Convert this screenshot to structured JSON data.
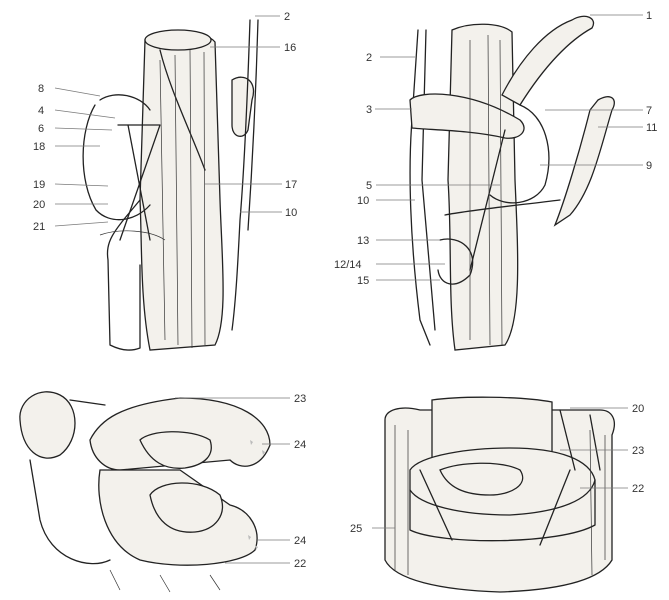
{
  "labels": {
    "l2a": "2",
    "l16": "16",
    "l8": "8",
    "l4": "4",
    "l6": "6",
    "l18": "18",
    "l19": "19",
    "l20a": "20",
    "l21": "21",
    "l17": "17",
    "l10a": "10",
    "l1": "1",
    "l2b": "2",
    "l3": "3",
    "l7": "7",
    "l11": "11",
    "l9": "9",
    "l5": "5",
    "l10b": "10",
    "l13": "13",
    "l1214": "12/14",
    "l15": "15",
    "l23a": "23",
    "l24a": "24",
    "l24b": "24",
    "l22a": "22",
    "l20b": "20",
    "l23b": "23",
    "l22b": "22",
    "l25": "25"
  }
}
